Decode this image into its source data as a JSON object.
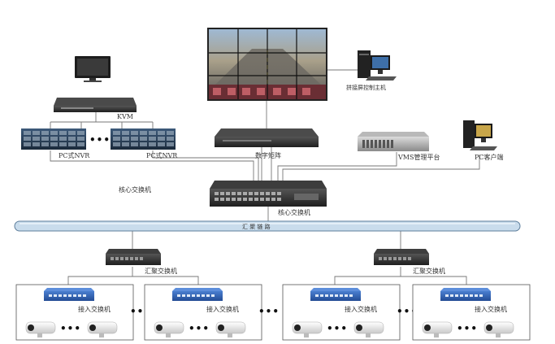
{
  "labels": {
    "kvm": "KVM",
    "nvr1": "PC式NVR",
    "nvr2": "PC式NVR",
    "decoder": "数字矩阵",
    "vms": "VMS管理平台",
    "pc_client": "PC客户端",
    "wall_host": "拼接屏控制主机",
    "core_switch_left": "核心交换机",
    "core_switch": "核心交换机",
    "ring": "汇 聚 链 路",
    "agg_switch_left": "汇聚交换机",
    "agg_switch_right": "汇聚交换机",
    "access_1": "接入交换机",
    "access_2": "接入交换机",
    "access_3": "接入交换机",
    "access_4": "接入交换机"
  },
  "ellipsis": "•••",
  "colors": {
    "ring_fill": "#c9dcec",
    "ring_stroke": "#5f7f9c",
    "access_switch": "#2f5fb0",
    "device_dark": "#2b2b2b",
    "wire": "#777777"
  },
  "icons": {
    "monitor": "monitor-icon",
    "kvm": "kvm-icon",
    "nvr": "server-rack-icon",
    "video_wall": "video-wall-icon",
    "decoder": "decoder-icon",
    "vms": "server-icon",
    "computer": "desktop-computer-icon",
    "core_switch": "network-switch-icon",
    "agg_switch": "network-switch-icon",
    "access_switch": "network-switch-icon",
    "camera": "bullet-camera-icon"
  }
}
